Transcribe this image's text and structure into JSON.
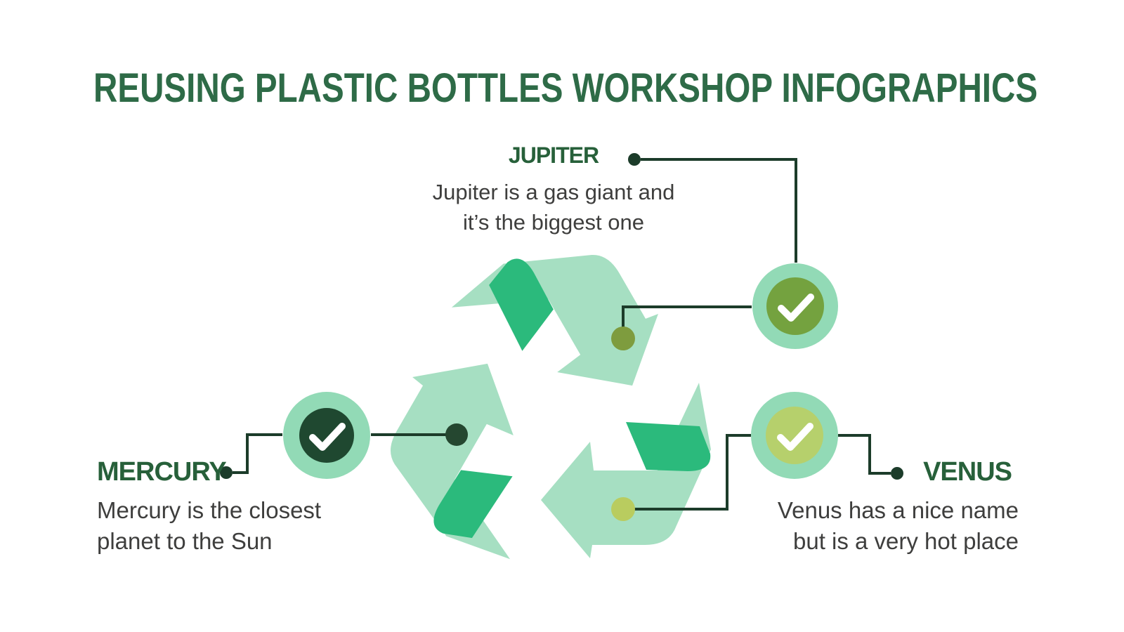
{
  "title": "REUSING PLASTIC BOTTLES WORKSHOP INFOGRAPHICS",
  "sections": {
    "jupiter": {
      "label": "JUPITER",
      "line1": "Jupiter is a gas giant and",
      "line2": "it’s the biggest one"
    },
    "mercury": {
      "label": "MERCURY",
      "line1": "Mercury is the closest",
      "line2": "planet to the Sun"
    },
    "venus": {
      "label": "VENUS",
      "line1": "Venus has a nice name",
      "line2": "but is a very hot place"
    }
  },
  "icons": {
    "recycle": "recycle-arrows-symbol",
    "check": "✓"
  },
  "colors": {
    "background": "#ffffff",
    "title_green": "#2e6b47",
    "label_green": "#27603a",
    "desc_gray": "#3e3e3d",
    "line": "#1c3c2a",
    "arrow_mint": "#a6dfc2",
    "arrow_emerald": "#2bba7c",
    "ring_mint": "#92dab6",
    "mercury_inner": "#1f4830",
    "jupiter_inner": "#74a23f",
    "venus_inner": "#b6d06c",
    "olive_dot": "#7e9c3e",
    "dark_dot": "#254730",
    "yellow_dot": "#b9cc5f",
    "check_white": "#ffffff"
  }
}
